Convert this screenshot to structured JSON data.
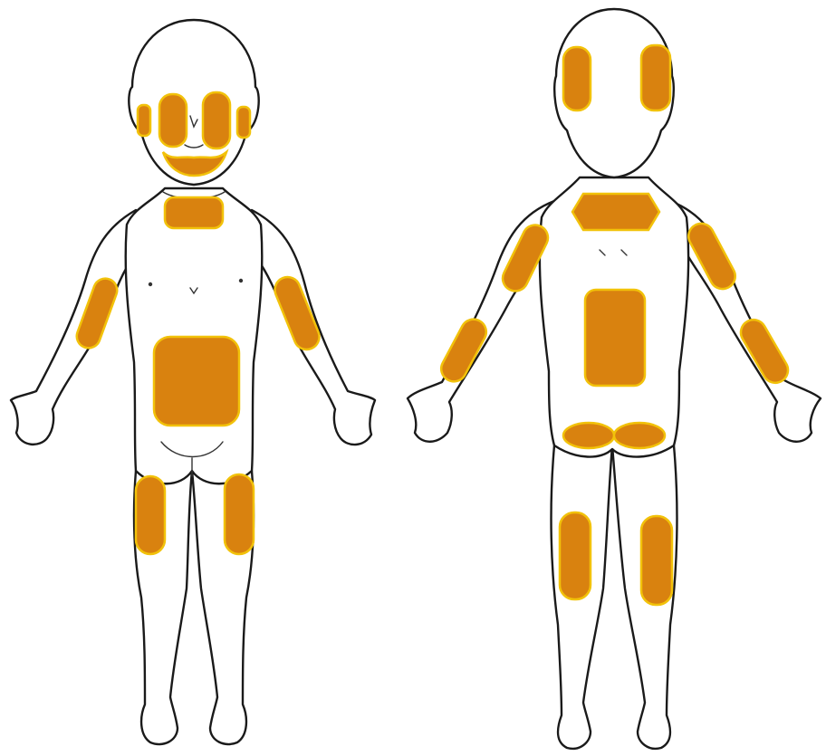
{
  "colors": {
    "zone_fill": "#d9820f",
    "zone_edge": "#f2c20a",
    "outline": "#1a1a1a",
    "background": "#ffffff"
  },
  "figures": [
    {
      "view": "front",
      "zones": [
        "left-cheek",
        "right-cheek",
        "left-ear",
        "right-ear",
        "chin",
        "neck",
        "right-upper-arm",
        "left-upper-arm",
        "abdomen",
        "right-thigh",
        "left-thigh"
      ]
    },
    {
      "view": "back",
      "zones": [
        "back-head-left",
        "back-head-right",
        "upper-back",
        "right-upper-arm-back",
        "left-upper-arm-back",
        "right-forearm-back",
        "left-forearm-back",
        "lower-back",
        "right-buttock",
        "left-buttock",
        "right-thigh-back",
        "left-thigh-back"
      ]
    }
  ]
}
